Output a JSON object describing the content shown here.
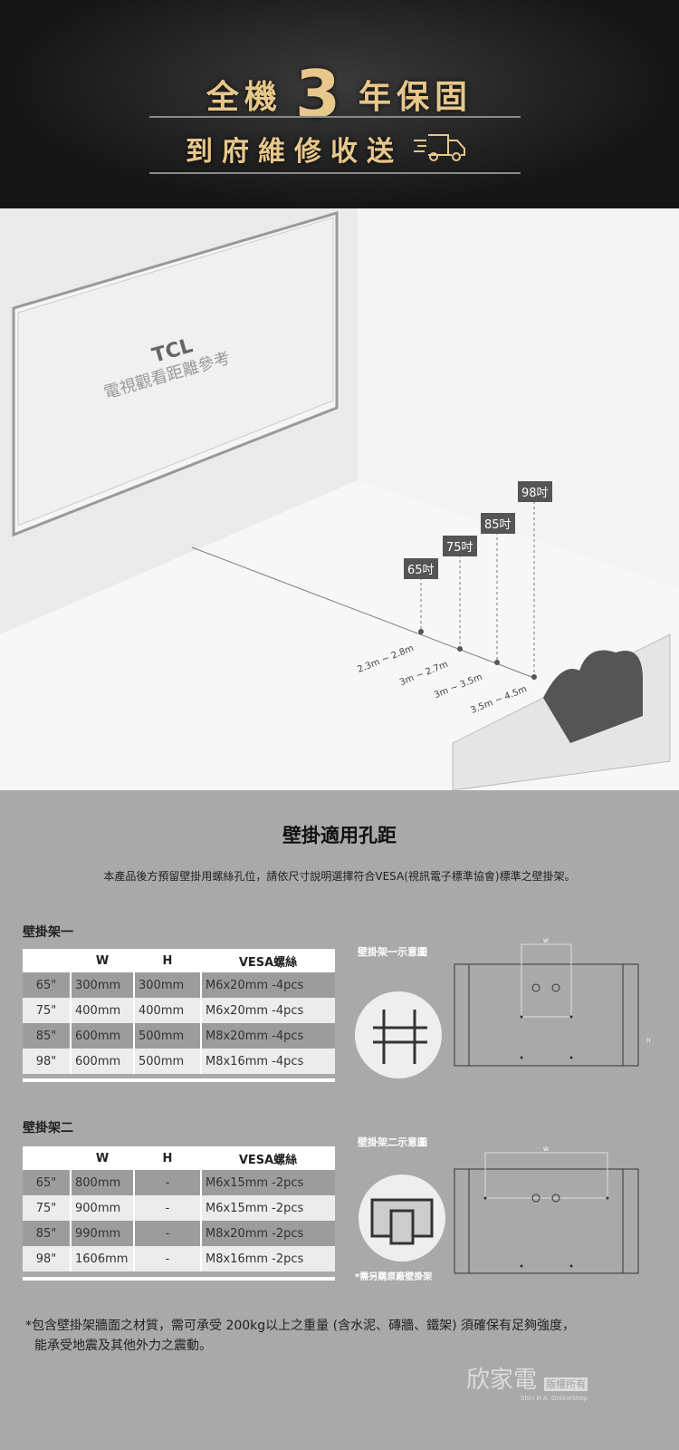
{
  "header": {
    "warranty_prefix": "全機",
    "warranty_number": "3",
    "warranty_suffix": "年保固",
    "service": "到府維修收送"
  },
  "room": {
    "tv_brand": "TCL",
    "tv_caption": "電視觀看距離參考",
    "sizes": [
      "65吋",
      "75吋",
      "85吋",
      "98吋"
    ],
    "distances": [
      "2.3m ~ 2.8m",
      "3m ~ 2.7m",
      "3m ~ 3.5m",
      "3.5m ~ 4.5m"
    ]
  },
  "wall_mount": {
    "title": "壁掛適用孔距",
    "description": "本產品後方預留壁掛用螺絲孔位，請依尺寸說明選擇符合VESA(視訊電子標準協會)標準之壁掛架。",
    "mount1": {
      "label": "壁掛架一",
      "diagram_label": "壁掛架一示意圖",
      "headers": [
        "",
        "W",
        "H",
        "VESA螺絲"
      ],
      "rows": [
        [
          "65\"",
          "300mm",
          "300mm",
          "M6x20mm -4pcs"
        ],
        [
          "75\"",
          "400mm",
          "400mm",
          "M6x20mm -4pcs"
        ],
        [
          "85\"",
          "600mm",
          "500mm",
          "M8x20mm -4pcs"
        ],
        [
          "98\"",
          "600mm",
          "500mm",
          "M8x16mm -4pcs"
        ]
      ]
    },
    "mount2": {
      "label": "壁掛架二",
      "diagram_label": "壁掛架二示意圖",
      "note": "*需另購原廠壁掛架",
      "headers": [
        "",
        "W",
        "H",
        "VESA螺絲"
      ],
      "rows": [
        [
          "65\"",
          "800mm",
          "-",
          "M6x15mm -2pcs"
        ],
        [
          "75\"",
          "900mm",
          "-",
          "M6x15mm -2pcs"
        ],
        [
          "85\"",
          "990mm",
          "-",
          "M8x20mm -2pcs"
        ],
        [
          "98\"",
          "1606mm",
          "-",
          "M8x16mm -2pcs"
        ]
      ]
    },
    "dim_w": "W",
    "dim_h": "H",
    "footnote_1": "*包含壁掛架牆面之材質，需可承受 200kg以上之重量 (含水泥、磚牆、鐵架) 須確保有足夠強度，",
    "footnote_2": "能承受地震及其他外力之震動。"
  },
  "watermark": {
    "name": "欣家電",
    "badge": "版權所有",
    "sub": "Shin H.A. OnlineShop"
  }
}
